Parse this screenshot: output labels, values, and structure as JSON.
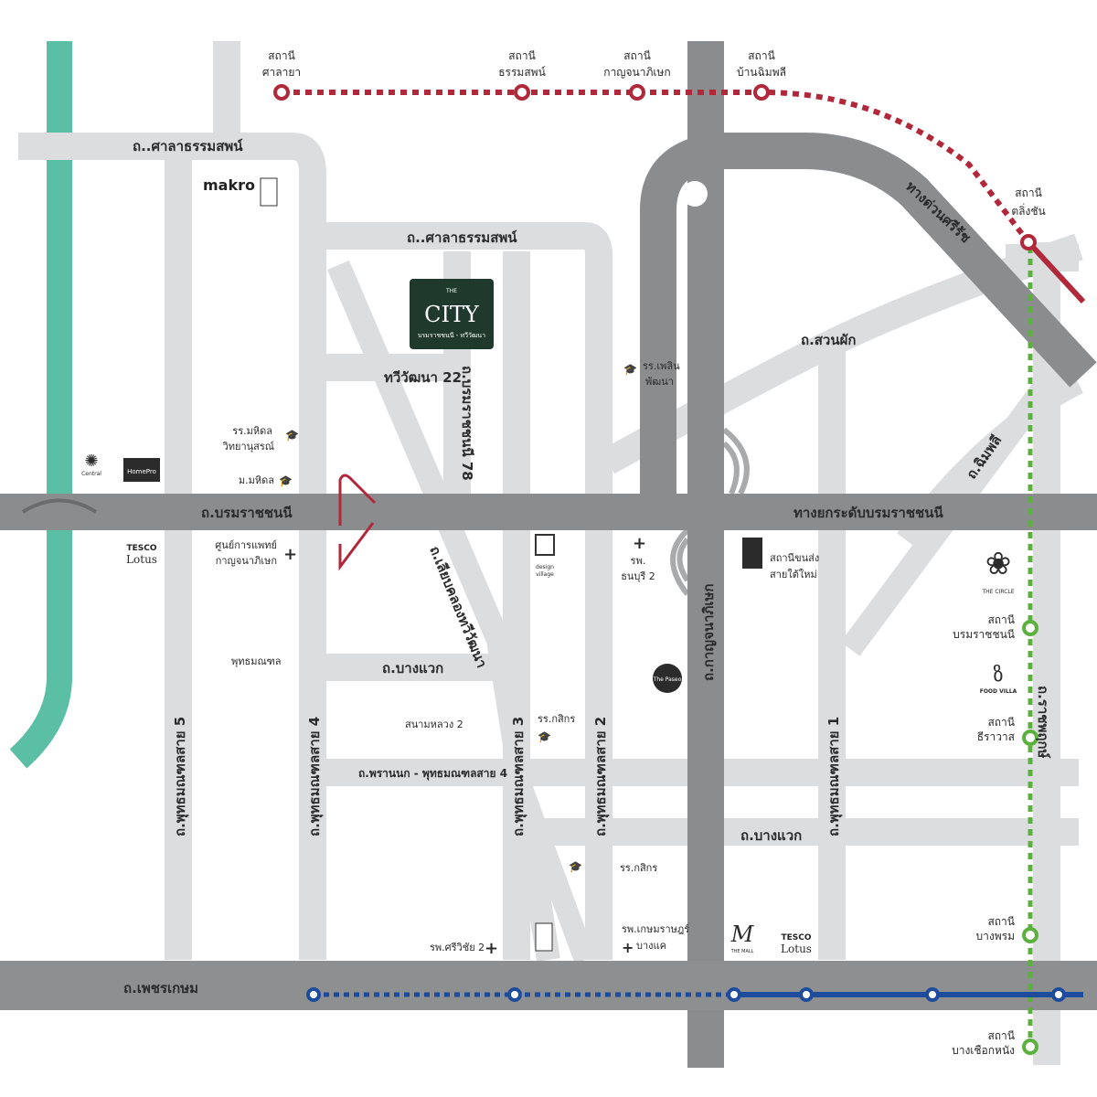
{
  "project": {
    "brand_small": "THE",
    "brand": "CITY",
    "subtitle": "บรมราชชนนี - ทวีวัฒนา",
    "color": "#1f3a2d"
  },
  "colors": {
    "minor_road": "#dcdddf",
    "major_road": "#8b8c8e",
    "canal": "#5bbfa6",
    "red_line": "#b0283a",
    "green_line": "#5bb040",
    "blue_line": "#1d4c9c"
  },
  "roads": {
    "salathammasop_1": "ถ..ศาลาธรรมสพน์",
    "salathammasop_2": "ถ..ศาลาธรรมสพน์",
    "suan_phak": "ถ.สวนผัก",
    "si_rat_expressway": "ทางด่วนศรีรัช",
    "chimphli": "ถ.ฉิมพลี",
    "boromratchachonnani_elevated": "ทางยกระดับบรมราชชนนี",
    "boromratchachonnani": "ถ.บรมราชชนนี",
    "thawi_watthana_22": "ทวีวัฒนา 22",
    "boromratchachonnani_78": "ถ.บรมราชชนนี 78",
    "liap_khlong": "ถ.เลียบคลองทวีวัฒนา",
    "kanchanaphisek": "ถ.กาญจนาภิเษก",
    "phutthamonthon_5": "ถ.พุทธมณฑลสาย 5",
    "phutthamonthon_4": "ถ.พุทธมณฑลสาย 4",
    "phutthamonthon_3": "ถ.พุทธมณฑลสาย 3",
    "phutthamonthon_2": "ถ.พุทธมณฑลสาย 2",
    "phutthamonthon_1": "ถ.พุทธมณฑลสาย 1",
    "bang_waek_1": "ถ.บางแวก",
    "bang_waek_2": "ถ.บางแวก",
    "phrannok": "ถ.พรานนก - พุทธมณฑลสาย 4",
    "phetkasem": "ถ.เพชรเกษม",
    "ratchaphruek": "ถ.ราชพฤกษ์"
  },
  "stations": {
    "prefix": "สถานี",
    "red": [
      "ศาลายา",
      "ธรรมสพน์",
      "กาญจนาภิเษก",
      "บ้านฉิมพลี",
      "ตลิ่งชัน"
    ],
    "green": [
      "บรมราชชนนี",
      "ธีราวาส",
      "บางพรม",
      "บางเชือกหนัง"
    ]
  },
  "pois": {
    "makro": "makro",
    "homepro": "HomePro",
    "central": "Central",
    "tesco_1": [
      "TESCO",
      "Lotus"
    ],
    "tesco_2": [
      "TESCO",
      "Lotus"
    ],
    "mahidol_school": [
      "รร.มหิดล",
      "วิทยานุสรณ์"
    ],
    "mahidol_uni": "ม.มหิดล",
    "medical_center": [
      "ศูนย์การแพทย์",
      "กาญจนาภิเษก"
    ],
    "phutthamonthon": "พุทธมณฑล",
    "sanam_luang_2": "สนามหลวง 2",
    "plearn_school": [
      "รร.เพลิน",
      "พัฒนา"
    ],
    "design_village": [
      "design",
      "village"
    ],
    "thonburi_2": [
      "รพ.",
      "ธนบุรี 2"
    ],
    "bus_terminal": [
      "สถานีขนส่ง",
      "สายใต้ใหม่"
    ],
    "paseo": "The Paseo",
    "kasikorn_1": "รร.กสิกร",
    "kasikorn_2": "รร.กสิกร",
    "sriwichai_2": "รพ.ศรีวิชัย 2",
    "kasemrad": [
      "รพ.เกษมราษฎร์",
      "บางแค"
    ],
    "the_mall": "THE MALL",
    "the_circle": "THE CIRCLE",
    "food_villa": "FOOD VILLA"
  }
}
